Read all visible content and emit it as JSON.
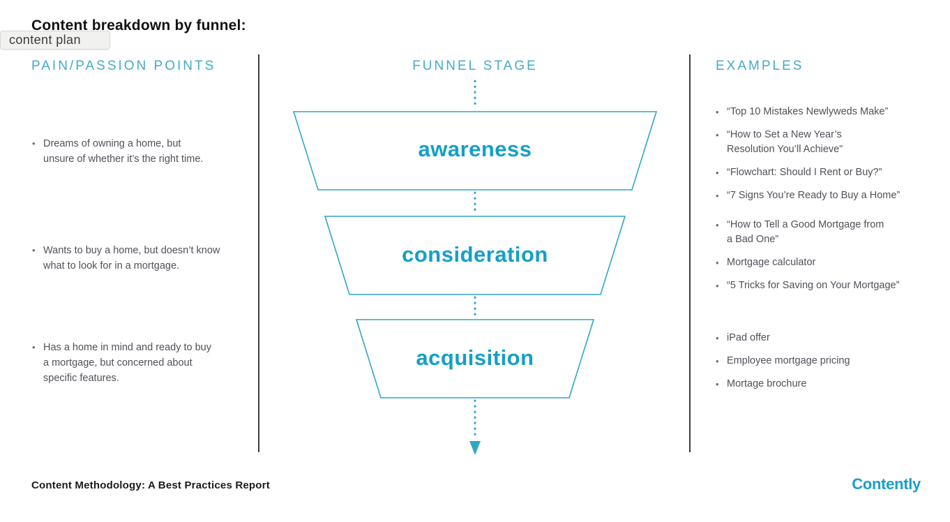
{
  "tooltip": {
    "label": "content plan"
  },
  "title": "Content breakdown by funnel:",
  "colors": {
    "accent_teal": "#2fa6c8",
    "header_teal": "#45aac9",
    "stage_text_teal": "#149fc6",
    "body_text": "#50505a",
    "divider": "#3d3d3d",
    "logo_teal": "#189fc8"
  },
  "columns": {
    "pain": {
      "header": "PAIN/PASSION POINTS",
      "items": [
        "Dreams of owning a home, but\nunsure of whether it’s the right time.",
        "Wants to buy a home, but doesn’t know\nwhat to look for in a mortgage.",
        "Has a home in mind and ready to buy\na mortgage, but concerned about\nspecific features."
      ]
    },
    "funnel": {
      "header": "FUNNEL STAGE",
      "stages": [
        "awareness",
        "consideration",
        "acquisition"
      ]
    },
    "examples": {
      "header": "EXAMPLES",
      "groups": [
        [
          "“Top 10 Mistakes Newlyweds Make”",
          "“How to Set a New Year’s\nResolution You’ll Achieve”",
          "“Flowchart: Should I Rent or Buy?”",
          "“7 Signs You’re Ready to Buy a Home”"
        ],
        [
          "“How to Tell a Good Mortgage from\na Bad One”",
          "Mortgage calculator",
          "“5 Tricks for Saving on Your Mortgage”"
        ],
        [
          "iPad offer",
          "Employee mortgage pricing",
          "Mortage brochure"
        ]
      ]
    }
  },
  "footer": {
    "report_title": "Content Methodology: A Best Practices Report",
    "brand": "Contently"
  }
}
